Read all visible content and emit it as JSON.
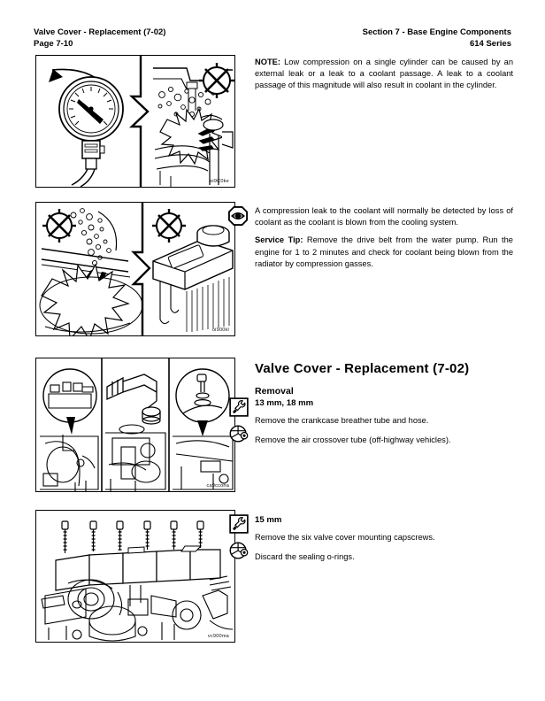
{
  "header": {
    "left_line1": "Valve Cover - Replacement (7-02)",
    "left_line2": "Page 7-10",
    "right_line1": "Section 7 - Base Engine Components",
    "right_line2": "614 Series"
  },
  "note_block": {
    "label": "NOTE:",
    "text": " Low compression on a single cylinder can be caused by an external leak or a leak to a coolant passage. A leak to a coolant passage of this magnitude will also result in coolant in the cylinder."
  },
  "inspection_block": {
    "icon": "eye-octagon-icon",
    "paragraph": "A compression leak to the coolant will normally be detected by loss of coolant as the coolant is blown from the cooling system.",
    "tip_label": "Service Tip:",
    "tip_text": " Remove the drive belt from the water pump. Run the engine for 1 to 2 minutes and check for coolant being blown from the radiator by compression gasses."
  },
  "removal_section": {
    "title": "Valve Cover - Replacement (7-02)",
    "subtitle": "Removal",
    "tool_size": "13 mm, 18 mm",
    "wrench_icon": "wrench-box-icon",
    "special_tool_icon": "special-tool-circle-icon",
    "steps": [
      "Remove the crankcase breather tube and hose.",
      "Remove the air crossover tube (off-highway vehicles)."
    ]
  },
  "capscrew_section": {
    "tool_size": "15 mm",
    "wrench_icon": "wrench-box-icon",
    "special_tool_icon": "special-tool-circle-icon",
    "steps": [
      "Remove the six valve cover mounting capscrews.",
      "Discard the sealing o-rings."
    ]
  },
  "figures": [
    {
      "name": "figure-compression-gauge-coolant-leak",
      "code": "oi9C0ke",
      "caption_desc": "Pressure gauge with rotation arrow beside cylinder cross-section showing coolant bubbles and combustion burst; no-go valve symbol"
    },
    {
      "name": "figure-coolant-leak-radiator",
      "code": "oi900kl",
      "caption_desc": "Bubbles and combustion burst at head gasket with no-go valve symbols, arrow to radiator with fill cap"
    },
    {
      "name": "figure-breather-tube-crossover",
      "code": "ca9ccoha",
      "caption_desc": "Three engine views with magnified callouts of breather tube, hose and crossover tube fasteners"
    },
    {
      "name": "figure-valve-cover-capscrews",
      "code": "vc900ma",
      "caption_desc": "Engine with six valve cover mounting capscrews lifted vertically out of the cover"
    }
  ]
}
